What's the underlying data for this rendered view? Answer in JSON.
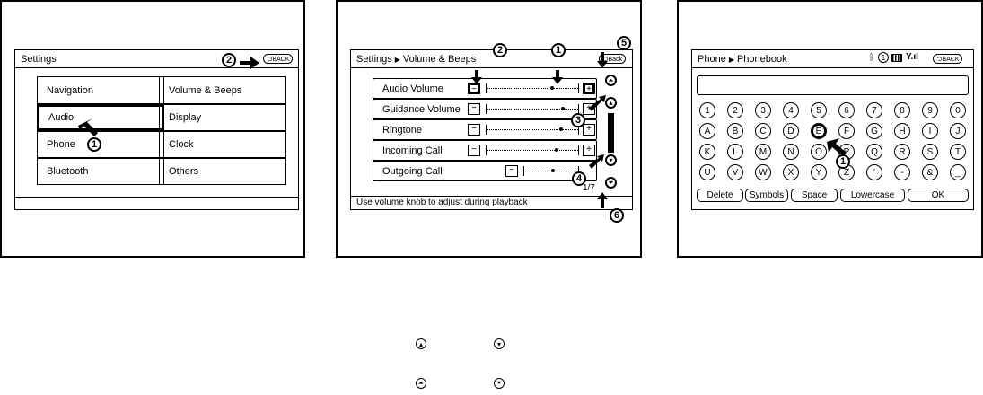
{
  "panel1": {
    "title": "Settings",
    "back_label": "BACK",
    "left_items": [
      "Navigation",
      "Audio",
      "Phone",
      "Bluetooth"
    ],
    "right_items": [
      "Volume & Beeps",
      "Display",
      "Clock",
      "Others"
    ],
    "callout_1": "1",
    "callout_2": "2"
  },
  "panel2": {
    "title_parent": "Settings",
    "title_child": "Volume & Beeps",
    "back_label": "Back",
    "rows": [
      {
        "label": "Audio Volume",
        "level": 0.7
      },
      {
        "label": "Guidance Volume",
        "level": 0.82
      },
      {
        "label": "Ringtone",
        "level": 0.8
      },
      {
        "label": "Incoming Call",
        "level": 0.75
      },
      {
        "label": "Outgoing Call",
        "level": 0.5
      }
    ],
    "minus": "−",
    "plus": "+",
    "page_indicator": "1/7",
    "status": "Use volume knob to adjust during playback",
    "callouts": [
      "1",
      "2",
      "3",
      "4",
      "5",
      "6"
    ]
  },
  "panel3": {
    "title_parent": "Phone",
    "title_child": "Phonebook",
    "back_label": "BACK",
    "input_value": "",
    "keys": [
      [
        "1",
        "2",
        "3",
        "4",
        "5",
        "6",
        "7",
        "8",
        "9",
        "0"
      ],
      [
        "A",
        "B",
        "C",
        "D",
        "E",
        "F",
        "G",
        "H",
        "I",
        "J"
      ],
      [
        "K",
        "L",
        "M",
        "N",
        "O",
        "P",
        "Q",
        "R",
        "S",
        "T"
      ],
      [
        "U",
        "V",
        "W",
        "X",
        "Y",
        "Z",
        "'",
        "-",
        "&",
        "_"
      ]
    ],
    "selected_key": "E",
    "function_keys": [
      "Delete",
      "Symbols",
      "Space",
      "Lowercase",
      "OK"
    ],
    "callout_1": "1"
  },
  "legend": {
    "scroll_up_icon": "chevron-up-icon",
    "scroll_down_icon": "chevron-down-icon",
    "page_up_icon": "double-chevron-up-icon",
    "page_down_icon": "double-chevron-down-icon"
  }
}
